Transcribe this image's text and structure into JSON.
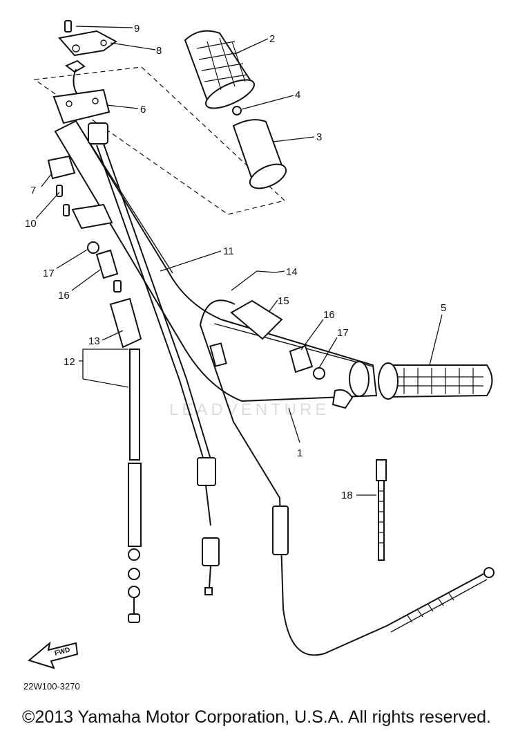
{
  "watermark": "LEADVENTURE",
  "fwd_label": "FWD",
  "diagram_code": "22W100-3270",
  "copyright": "©2013 Yamaha Motor Corporation, U.S.A. All rights reserved.",
  "callouts": {
    "c1": "1",
    "c2": "2",
    "c3": "3",
    "c4": "4",
    "c5": "5",
    "c6": "6",
    "c7": "7",
    "c8": "8",
    "c9": "9",
    "c10": "10",
    "c11": "11",
    "c12": "12",
    "c13": "13",
    "c14": "14",
    "c15": "15",
    "c16a": "16",
    "c16b": "16",
    "c17a": "17",
    "c17b": "17",
    "c18": "18"
  }
}
